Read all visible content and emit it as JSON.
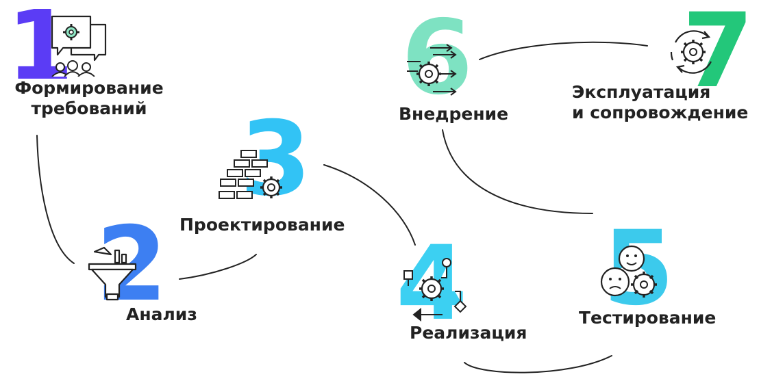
{
  "stages": [
    {
      "number": "1",
      "label": "Формирование\nтребований",
      "color": "#5b3cf5",
      "icon": "chat-bubbles-people-gear-icon"
    },
    {
      "number": "2",
      "label": "Анализ",
      "color": "#3d7ff2",
      "icon": "funnel-icon"
    },
    {
      "number": "3",
      "label": "Проектирование",
      "color": "#32c3f5",
      "icon": "bricks-gear-icon"
    },
    {
      "number": "4",
      "label": "Реализация",
      "color": "#3cd0f2",
      "icon": "gears-flowchart-icon"
    },
    {
      "number": "5",
      "label": "Тестирование",
      "color": "#3ccaec",
      "icon": "faces-gear-icon"
    },
    {
      "number": "6",
      "label": "Внедрение",
      "color": "#7ee2c2",
      "icon": "gear-arrows-icon"
    },
    {
      "number": "7",
      "label": "Эксплуатация\nи сопровождение",
      "color": "#23c77a",
      "icon": "cycle-gear-icon"
    }
  ]
}
